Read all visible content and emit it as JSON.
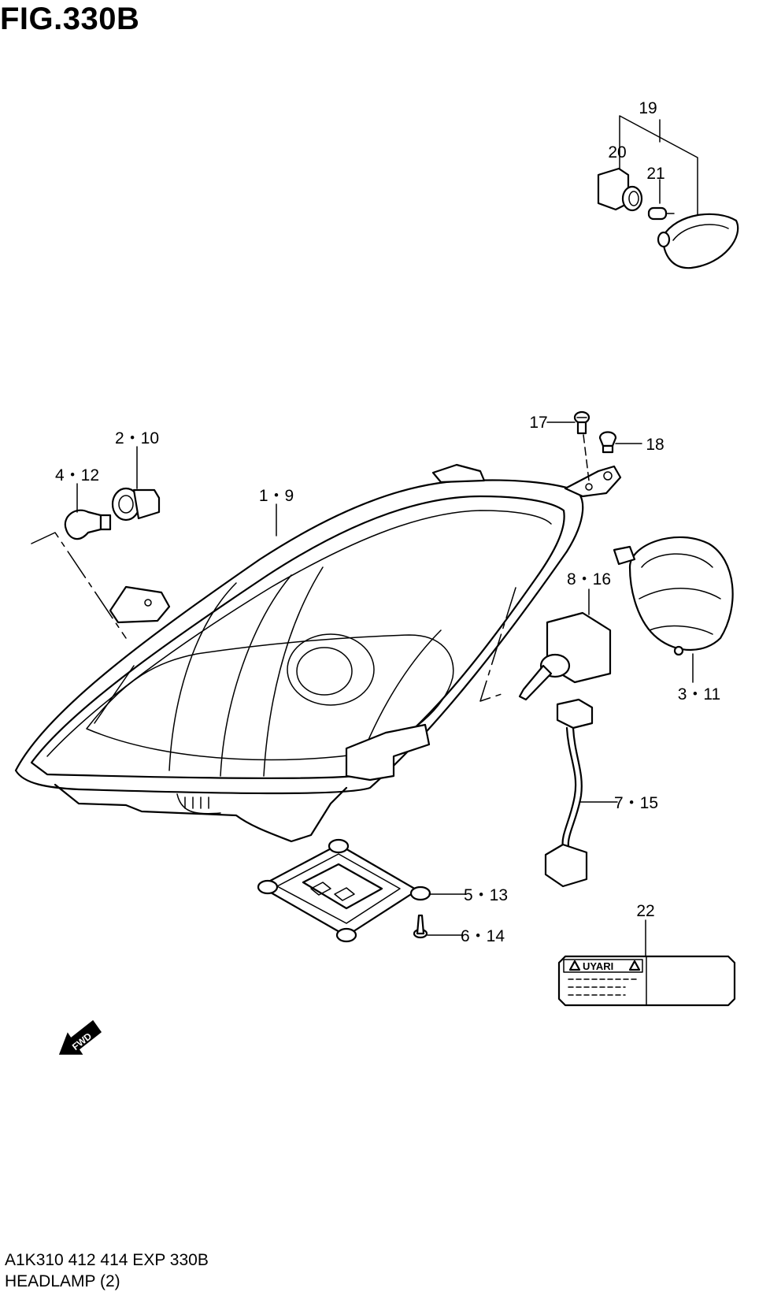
{
  "figure_title": "FIG.330B",
  "footer": {
    "code": "A1K310 412 414 EXP 330B",
    "name": "HEADLAMP (2)"
  },
  "callouts": {
    "c19": "19",
    "c20": "20",
    "c21": "21",
    "c2_10": "2・10",
    "c4_12": "4・12",
    "c1_9": "1・9",
    "c17": "17",
    "c18": "18",
    "c8_16": "8・16",
    "c3_11": "3・11",
    "c7_15": "7・15",
    "c5_13": "5・13",
    "c6_14": "6・14",
    "c22": "22"
  },
  "label": {
    "heading": "UYARI",
    "warning_symbol": "!"
  },
  "fwd_arrow": {
    "text": "FWD"
  }
}
